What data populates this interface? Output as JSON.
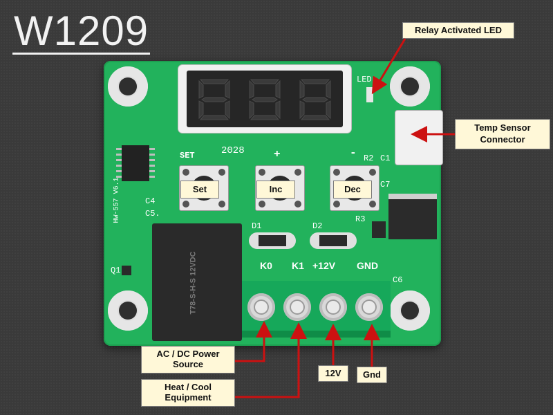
{
  "title": "W1209",
  "board": {
    "display_digits": [
      "8",
      "8",
      "8"
    ],
    "silkscreen": {
      "set": "SET",
      "code": "2028",
      "plus": "+",
      "minus": "-",
      "r2": "R2",
      "c1": "C1",
      "c7": "C7",
      "r3": "R3",
      "c6": "C6",
      "c4": "C4",
      "c5": "C5.",
      "q1": "Q1",
      "d1": "D1",
      "d2": "D2",
      "model": "HW-557 V6.1",
      "led": "LED"
    },
    "terminals": [
      "K0",
      "K1",
      "+12V",
      "GND"
    ],
    "relay_text": "T78-S-H-S 12VDC"
  },
  "buttons": {
    "set": "Set",
    "inc": "Inc",
    "dec": "Dec"
  },
  "callouts": {
    "relay_led": "Relay Activated LED",
    "temp_sensor": "Temp Sensor Connector",
    "power_source": "AC / DC Power Source",
    "heat_cool": "Heat / Cool Equipment",
    "v12": "12V",
    "gnd": "Gnd"
  },
  "colors": {
    "pcb": "#22b25c",
    "arrow": "#cc1111",
    "label_bg": "#fff8d8"
  }
}
